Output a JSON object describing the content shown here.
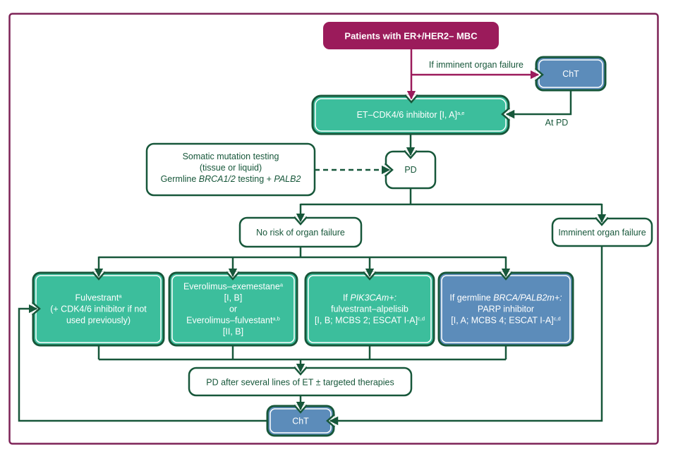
{
  "colors": {
    "magenta": "#9B1B5B",
    "dark_green": "#17573A",
    "teal": "#3CBE9C",
    "blue": "#5C8CBA",
    "frame_purple": "#7D2257",
    "white": "#ffffff"
  },
  "nodes": {
    "patients": "Patients with ER+/HER2– MBC",
    "cht_top": "ChT",
    "et": {
      "main": "ET–CDK4/6 inhibitor [I, A]",
      "sup": "a,e"
    },
    "pd": "PD",
    "testing": {
      "l1": "Somatic mutation testing",
      "l2": "(tissue or liquid)",
      "l3a": "Germline ",
      "l3b": "BRCA1/2",
      "l3c": " testing + ",
      "l3d": "PALB2"
    },
    "no_risk": "No risk of organ failure",
    "imminent": "Imminent organ failure",
    "fulvestrant": {
      "l1": "Fulvestrant",
      "l1sup": "a",
      "l2": "(+ CDK4/6 inhibitor if not",
      "l3": "used previously)"
    },
    "everolimus": {
      "l1": "Everolimus–exemestane",
      "l1sup": "a",
      "l2": "[I, B]",
      "l3": "or",
      "l4": "Everolimus–fulvestant",
      "l4sup": "a,b",
      "l5": "[II, B]"
    },
    "pik3ca": {
      "l1a": "If ",
      "l1b": "PIK3CAm+:",
      "l2": "fulvestrant–alpelisib",
      "l3": "[I, B; MCBS 2; ESCAT I-A]",
      "l3sup": "c,d"
    },
    "parp": {
      "l1a": "If germline ",
      "l1b": "BRCA/PALB2m+:",
      "l2": "PARP inhibitor",
      "l3": "[I, A; MCBS 4; ESCAT I-A]",
      "l3sup": "c,d"
    },
    "pd_after": "PD after several lines of ET ± targeted therapies",
    "cht_bottom": "ChT"
  },
  "edge_labels": {
    "if_imminent": "If imminent organ failure",
    "at_pd": "At PD"
  }
}
